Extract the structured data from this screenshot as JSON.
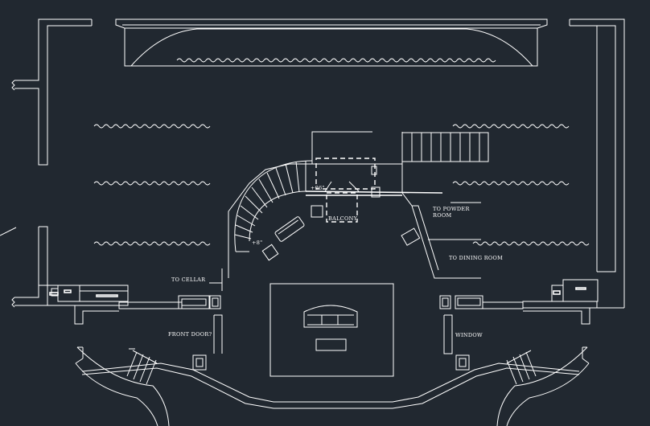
{
  "labels": {
    "balcony": "BALCONY",
    "dim_top": "+96\"",
    "dim_left": "+8\"",
    "powder_1": "TO POWDER",
    "powder_2": "ROOM",
    "dining": "TO DINING ROOM",
    "cellar": "TO CELLAR",
    "front_door": "FRONT DOOR?",
    "window": "WINDOW"
  },
  "colors": {
    "background": "#212830",
    "line": "#ffffff"
  }
}
